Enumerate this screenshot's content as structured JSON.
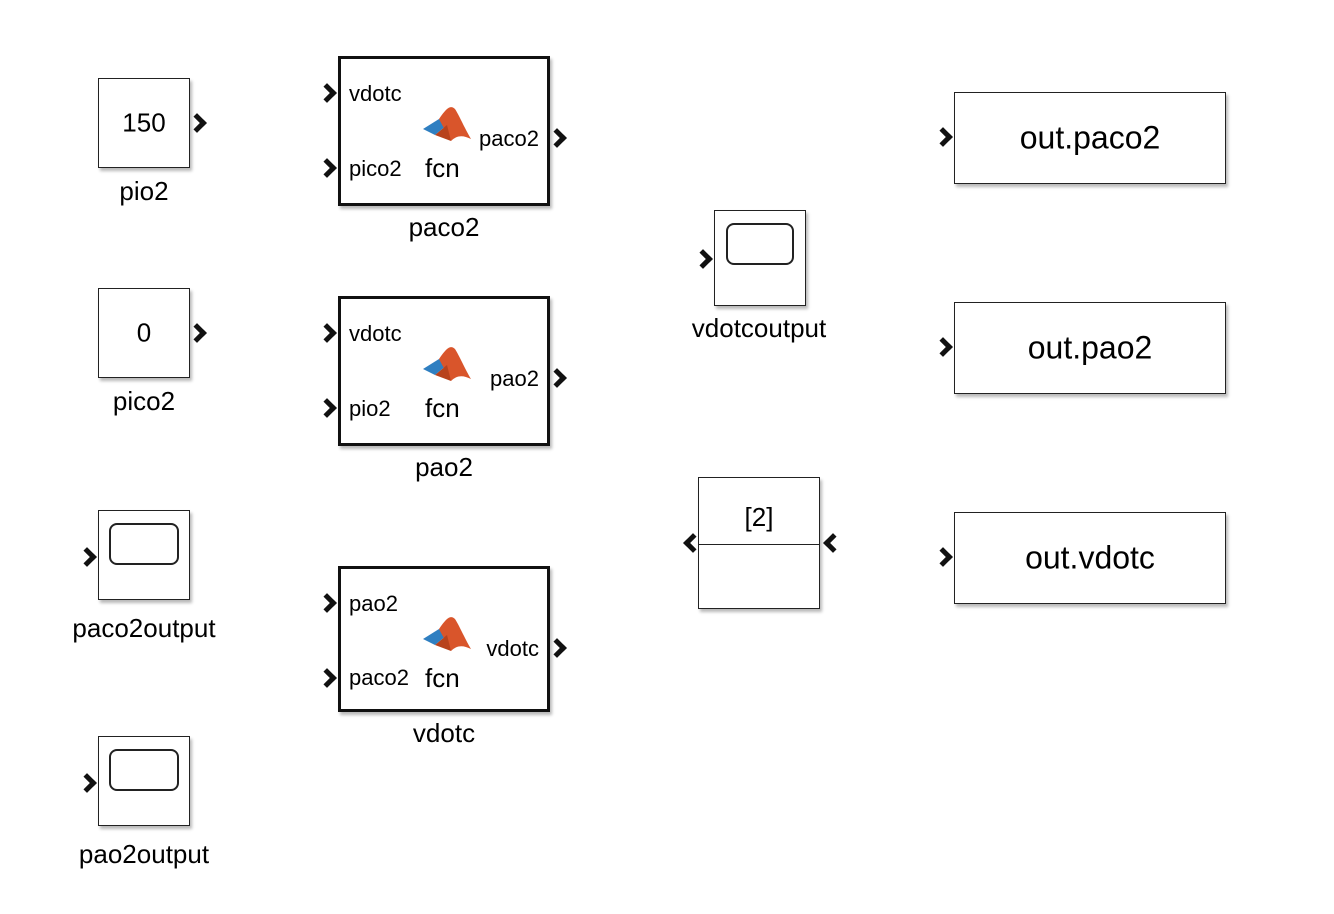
{
  "constants": {
    "pio2": {
      "value": "150",
      "name": "pio2"
    },
    "pico2": {
      "value": "0",
      "name": "pico2"
    }
  },
  "scopes": {
    "paco2output": "paco2output",
    "pao2output": "pao2output",
    "vdotcoutput": "vdotcoutput"
  },
  "functions": {
    "paco2": {
      "in1": "vdotc",
      "in2": "pico2",
      "out": "paco2",
      "fcn": "fcn",
      "name": "paco2"
    },
    "pao2": {
      "in1": "vdotc",
      "in2": "pio2",
      "out": "pao2",
      "fcn": "fcn",
      "name": "pao2"
    },
    "vdotc": {
      "in1": "pao2",
      "in2": "paco2",
      "out": "vdotc",
      "fcn": "fcn",
      "name": "vdotc"
    }
  },
  "memory": {
    "label": "[2]"
  },
  "outputs": {
    "paco2": "out.paco2",
    "pao2": "out.pao2",
    "vdotc": "out.vdotc"
  },
  "colors": {
    "logo_orange": "#d9552b",
    "logo_blue": "#2f7fc1"
  }
}
